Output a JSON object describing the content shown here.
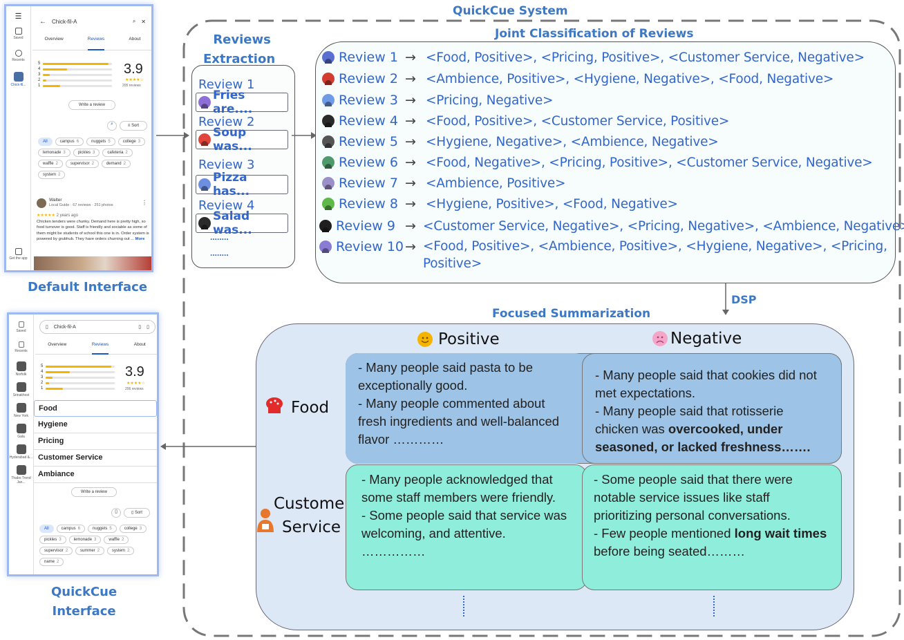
{
  "system_title": "QuickCue System",
  "default_interface": {
    "caption": "Default Interface",
    "search_title": "Chick-fil-A",
    "tabs": [
      "Overview",
      "Reviews",
      "About"
    ],
    "rail": [
      "Saved",
      "Recents",
      "Chick-fil...",
      "Get the app"
    ],
    "rating": "3.9",
    "star_text": "★★★★☆",
    "review_count": "205 reviews",
    "star_fills": [
      0.95,
      0.35,
      0.1,
      0.05,
      0.25
    ],
    "write_review": "Write a review",
    "sort": "Sort",
    "chips": [
      {
        "label": "All",
        "count": ""
      },
      {
        "label": "campus",
        "count": "6"
      },
      {
        "label": "nuggets",
        "count": "5"
      },
      {
        "label": "college",
        "count": "3"
      },
      {
        "label": "lemonade",
        "count": "3"
      },
      {
        "label": "pickles",
        "count": "3"
      },
      {
        "label": "cafeteria",
        "count": "2"
      },
      {
        "label": "waffle",
        "count": "2"
      },
      {
        "label": "supervisor",
        "count": "2"
      },
      {
        "label": "demand",
        "count": "2"
      },
      {
        "label": "system",
        "count": "2"
      }
    ],
    "reviewer_name": "Walter",
    "reviewer_meta": "Local Guide · 67 reviews · 251 photos",
    "review_stars": "★★★★★",
    "review_age": "2 years ago",
    "review_text": "Chicken tenders were chunky. Demand here is pretty high, so food turnover is good. Staff is friendly and sociable as some of them might be students of school this one is in. Order system is powered by grubhub. They have orders churning out ...",
    "more": "More"
  },
  "extraction": {
    "title_line1": "Reviews",
    "title_line2": "Extraction",
    "items": [
      {
        "label": "Review 1",
        "snippet": "Fries are....",
        "color": "#8e6fd8"
      },
      {
        "label": "Review 2",
        "snippet": "Soup was...",
        "color": "#e0443a"
      },
      {
        "label": "Review 3",
        "snippet": "Pizza has...",
        "color": "#6d8fe0"
      },
      {
        "label": "Review 4",
        "snippet": "Salad was...",
        "color": "#2a2a2a"
      }
    ],
    "ellipsis": "........"
  },
  "classification": {
    "title": "Joint Classification of Reviews",
    "rows": [
      {
        "label": "Review 1",
        "text": "<Food, Positive>, <Pricing, Positive>, <Customer Service, Negative>",
        "color": "#5b6fd0"
      },
      {
        "label": "Review 2",
        "text": "<Ambience, Positive>, <Hygiene, Negative>, <Food, Negative>",
        "color": "#d33c30"
      },
      {
        "label": "Review 3",
        "text": "<Pricing, Negative>",
        "color": "#6e9ae6"
      },
      {
        "label": "Review 4",
        "text": "<Food, Positive>, <Customer Service, Positive>",
        "color": "#2a2a2a"
      },
      {
        "label": "Review 5",
        "text": "<Hygiene, Negative>, <Ambience, Negative>",
        "color": "#555555"
      },
      {
        "label": "Review 6",
        "text": "<Food, Negative>, <Pricing, Positive>, <Customer Service, Negative>",
        "color": "#4f9a6a"
      },
      {
        "label": "Review 7",
        "text": "<Ambience, Positive>",
        "color": "#9b8fc8"
      },
      {
        "label": "Review 8",
        "text": "<Hygiene, Positive>, <Food, Negative>",
        "color": "#5fb84a"
      },
      {
        "label": "Review 9",
        "text": "<Customer Service, Negative>, <Pricing, Negative>, <Ambience, Negative>",
        "color": "#1f1f1f"
      },
      {
        "label": "Review 10",
        "text": "<Food, Positive>, <Ambience, Positive>, <Hygiene, Negative>, <Pricing,",
        "text2": "Positive>",
        "color": "#8a7bd4"
      }
    ]
  },
  "dsp_label": "DSP",
  "summary": {
    "title": "Focused Summarization",
    "positive": "Positive",
    "negative": "Negative",
    "food": "Food",
    "customer_service_line1": "Customer",
    "customer_service_line2": "Service",
    "food_pos": [
      "- Many people said pasta to be exceptionally good.",
      "- Many people commented about fresh ingredients and well-balanced flavor …………"
    ],
    "food_neg_1": "- Many people said that cookies did not met expectations.",
    "food_neg_2a": "- Many people said that rotisserie chicken was ",
    "food_neg_2b": "overcooked, under seasoned, or lacked freshness…….",
    "cs_pos": [
      "- Many people acknowledged that some staff members were friendly.",
      "- Some people said that service was welcoming, and attentive.",
      "……………"
    ],
    "cs_neg_1": "- Some people said that there were notable service issues like staff prioritizing personal conversations.",
    "cs_neg_2a": " - Few people mentioned ",
    "cs_neg_2b": "long wait times",
    "cs_neg_2c": " before being seated………",
    "colors": {
      "food_row": "#9dc3e6",
      "cs_row": "#8eeedb",
      "positive_face": "#f4b400",
      "negative_face": "#f4a6c8",
      "food_icon": "#e22c2c",
      "cs_icon": "#e8772e"
    }
  },
  "quickcue_interface": {
    "caption_line1": "QuickCue",
    "caption_line2": "Interface",
    "search_title": "Chick-fil-A",
    "tabs": [
      "Overview",
      "Reviews",
      "About"
    ],
    "rail": [
      "Saved",
      "Recents",
      "Norfolk",
      "Srinakhost",
      "New York",
      "Gala",
      "Hyderabad &...",
      "Thabo Trend Jan..."
    ],
    "rating": "3.9",
    "star_text": "★★★★☆",
    "review_count": "206 reviews",
    "star_fills": [
      0.95,
      0.35,
      0.1,
      0.05,
      0.25
    ],
    "categories": [
      "Food",
      "Hygiene",
      "Pricing",
      "Customer Service",
      "Ambiance"
    ],
    "write_review": "Write a review",
    "sort": "Sort",
    "chips": [
      {
        "label": "All",
        "count": ""
      },
      {
        "label": "campus",
        "count": "6"
      },
      {
        "label": "nuggets",
        "count": "5"
      },
      {
        "label": "college",
        "count": "3"
      },
      {
        "label": "pickles",
        "count": "3"
      },
      {
        "label": "lemonade",
        "count": "3"
      },
      {
        "label": "waffle",
        "count": "2"
      },
      {
        "label": "supervisor",
        "count": "2"
      },
      {
        "label": "summer",
        "count": "2"
      },
      {
        "label": "system",
        "count": "2"
      },
      {
        "label": "name",
        "count": "2"
      }
    ]
  }
}
